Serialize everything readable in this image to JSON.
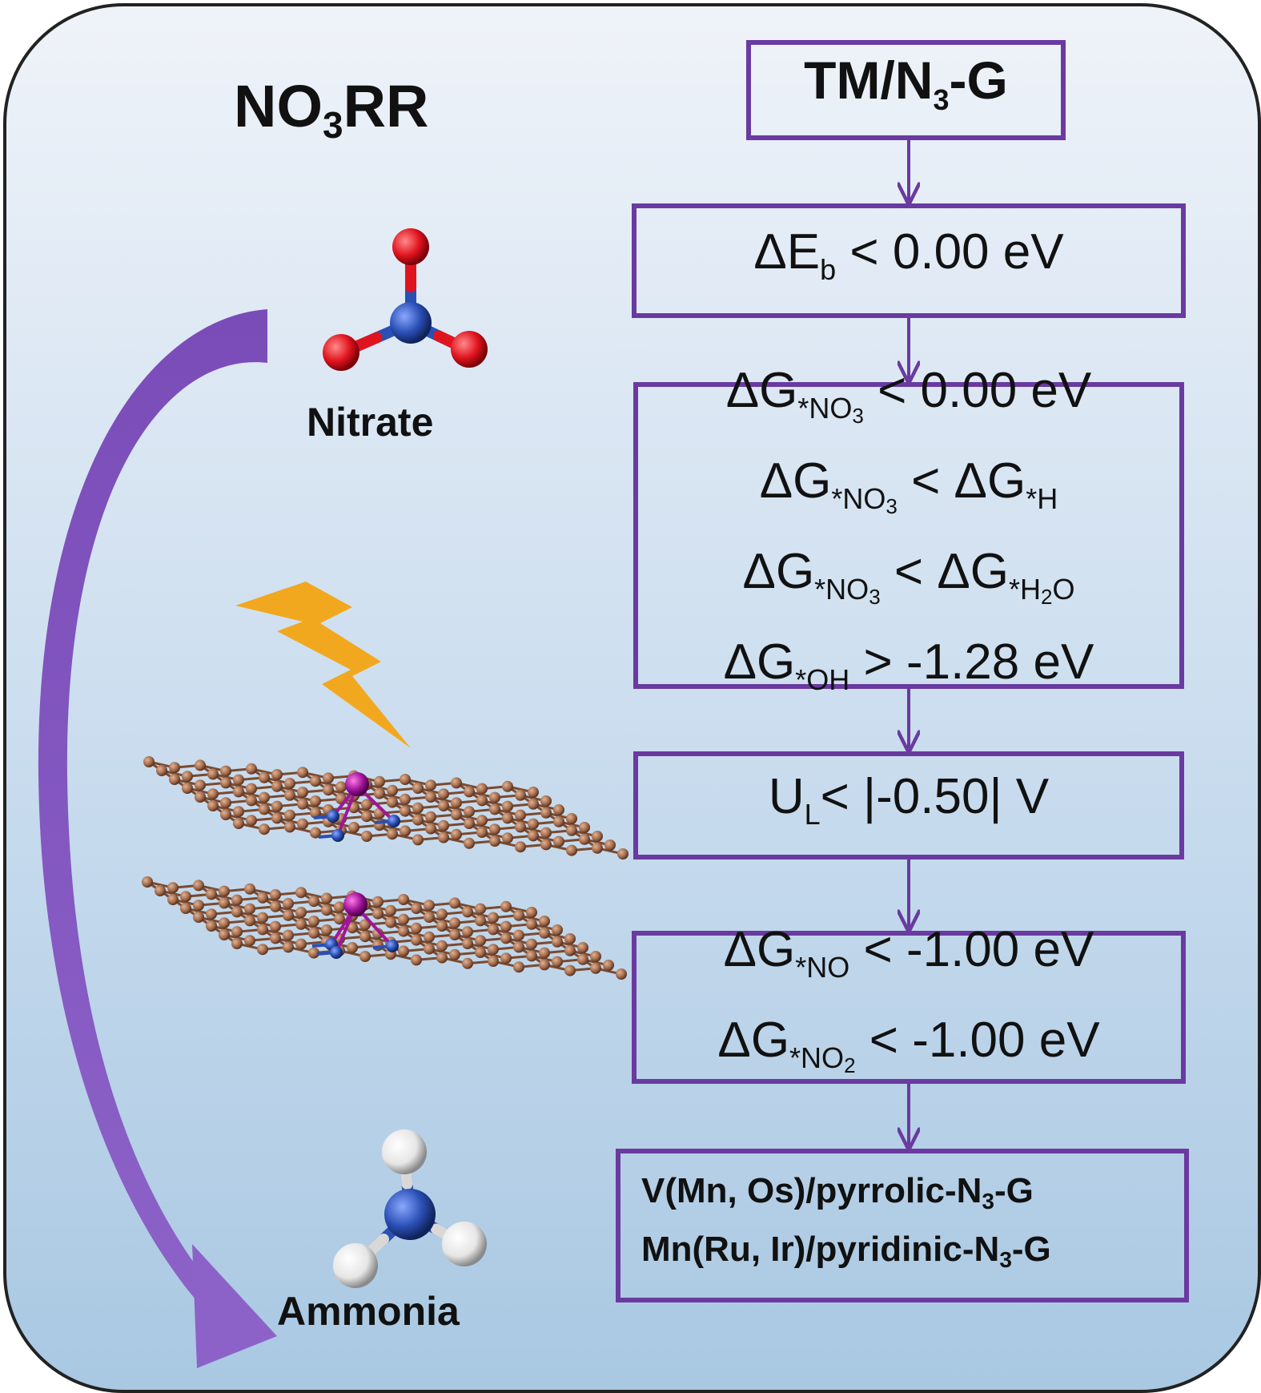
{
  "title": {
    "pre": "NO",
    "sub": "3",
    "post": "RR"
  },
  "molecules": {
    "nitrate_label": "Nitrate",
    "ammonia_label": "Ammonia"
  },
  "flow": {
    "start": {
      "pre": "TM/N",
      "sub": "3",
      "post": "-G"
    },
    "binding": {
      "pre": "ΔE",
      "sub": "b",
      "post": " < 0.00 eV"
    },
    "adsorption": [
      {
        "pre": "ΔG",
        "sub": "*NO",
        "subsub": "3",
        "post": " < 0.00 eV",
        "sub2": "",
        "sub2sub": "",
        "sub2post": ""
      },
      {
        "pre": "ΔG",
        "sub": "*NO",
        "subsub": "3",
        "post": " < ΔG",
        "sub2": "*H",
        "sub2sub": "",
        "sub2post": ""
      },
      {
        "pre": "ΔG",
        "sub": "*NO",
        "subsub": "3",
        "post": " < ΔG",
        "sub2": "*H",
        "sub2sub": "2",
        "sub2post": "O"
      },
      {
        "pre": "ΔG",
        "sub": "*OH",
        "subsub": "",
        "post": " > -1.28 eV",
        "sub2": "",
        "sub2sub": "",
        "sub2post": ""
      }
    ],
    "limiting": {
      "pre": "U",
      "sub": "L",
      "post": "< |-0.50| V"
    },
    "intermediates": [
      {
        "pre": "ΔG",
        "sub": "*NO",
        "subsub": "",
        "post": " < -1.00 eV"
      },
      {
        "pre": "ΔG",
        "sub": "*NO",
        "subsub": "2",
        "post": " < -1.00 eV"
      }
    ],
    "result": [
      {
        "pre": "V(Mn, Os)/pyrrolic-N",
        "sub": "3",
        "post": "-G"
      },
      {
        "pre": "Mn(Ru, Ir)/pyridinic-N",
        "sub": "3",
        "post": "-G"
      }
    ]
  },
  "colors": {
    "box_border": "#6a3aa0",
    "arrow": "#7a4cb8",
    "oxygen": "#e0141e",
    "nitrogen": "#2a4fb5",
    "hydrogen": "#f2f2f2",
    "carbon": "#a0694a",
    "metal": "#a0159a",
    "lightning": "#f2a81e"
  }
}
